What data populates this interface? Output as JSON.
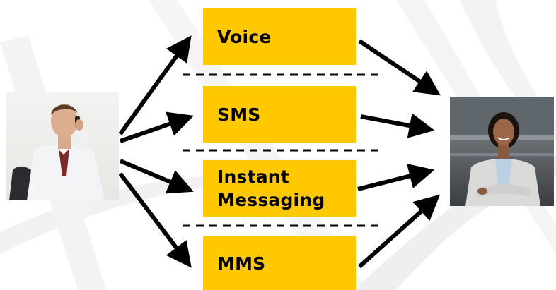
{
  "channels": [
    {
      "label": "Voice"
    },
    {
      "label": "SMS"
    },
    {
      "label": "Instant Messaging"
    },
    {
      "label": "MMS"
    }
  ],
  "colors": {
    "box_fill": "#FFC800",
    "arrow": "#000000",
    "separator": "#000000",
    "background_swoosh": "#ECECEC"
  },
  "figures": {
    "sender": "man-on-phone-photo",
    "receiver": "smiling-woman-photo"
  }
}
